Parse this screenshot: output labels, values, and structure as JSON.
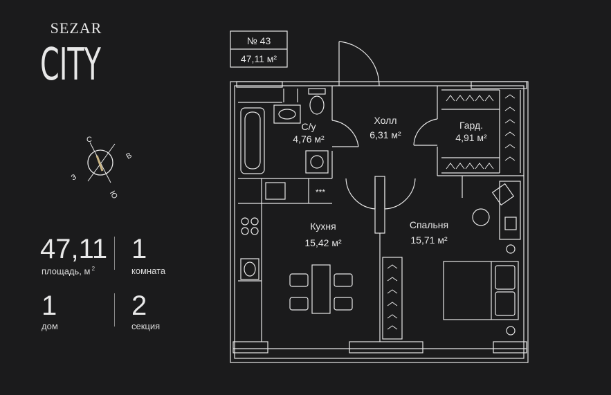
{
  "brand": {
    "line1": "SEZAR",
    "line2": "CITY"
  },
  "compass": {
    "n": "С",
    "e": "В",
    "s": "Ю",
    "w": "З"
  },
  "stats": {
    "area_value": "47,11",
    "area_label": "площадь, м",
    "rooms_value": "1",
    "rooms_label": "комната",
    "house_value": "1",
    "house_label": "дом",
    "section_value": "2",
    "section_label": "секция"
  },
  "apartment": {
    "number": "№ 43",
    "area": "47,11 м²"
  },
  "rooms": {
    "bath": {
      "name": "С/у",
      "area": "4,76 м²"
    },
    "hall": {
      "name": "Холл",
      "area": "6,31 м²"
    },
    "wardrobe": {
      "name": "Гард.",
      "area": "4,91 м²"
    },
    "kitchen": {
      "name": "Кухня",
      "area": "15,42 м²"
    },
    "bedroom": {
      "name": "Спальня",
      "area": "15,71 м²"
    }
  },
  "appliance_mark": "***",
  "colors": {
    "background": "#1b1b1c",
    "lines": "#e8e8e8"
  }
}
